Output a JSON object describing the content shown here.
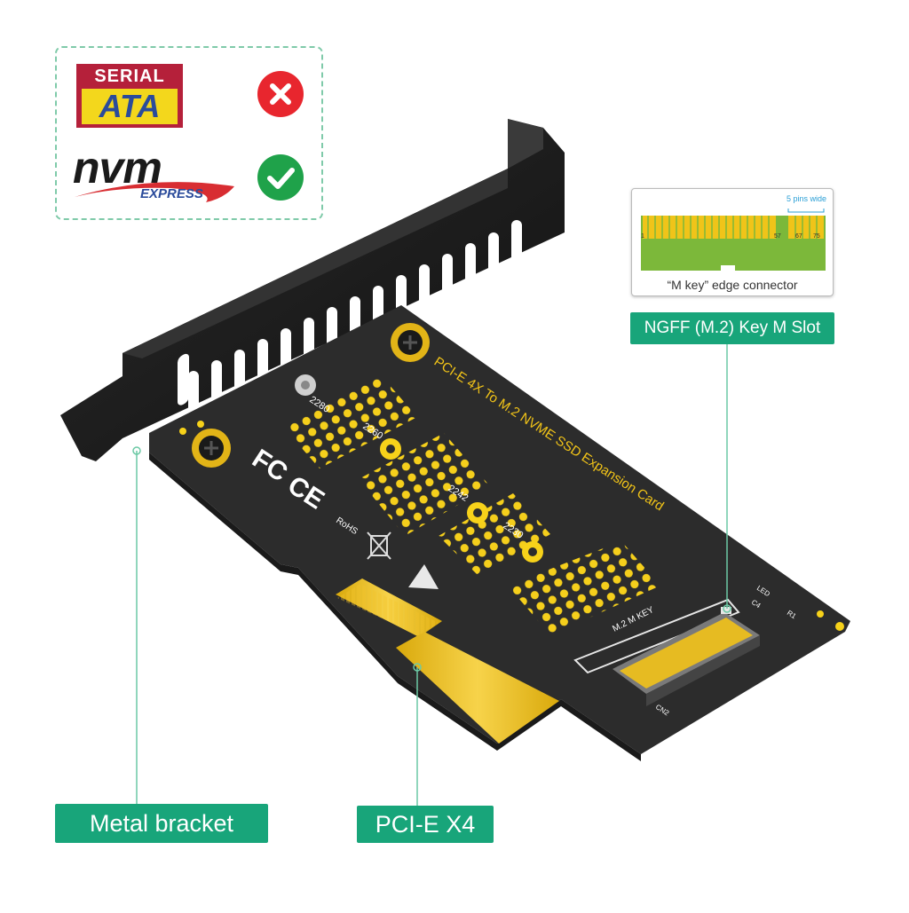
{
  "compatibility": {
    "sata_logo": {
      "line1": "SERIAL",
      "line2": "ATA"
    },
    "nvme_logo": {
      "line1": "nvm",
      "line2": "EXPRESS"
    },
    "sata_status_icon": "red-x-icon",
    "nvme_status_icon": "green-check-icon",
    "colors": {
      "reject": "#e8262e",
      "accept": "#1fa24a",
      "sata_red": "#b5203a",
      "sata_blue": "#2a4b9b",
      "nvme_red": "#d82d32"
    }
  },
  "inset": {
    "pins_note": "5 pins wide",
    "pin_labels": [
      "1",
      "57",
      "67",
      "75"
    ],
    "caption": "“M key” edge connector"
  },
  "card": {
    "title": "PCI-E 4X To M.2 NVME SSD Expansion Card",
    "sizes": [
      "2280",
      "2260",
      "2242",
      "2230"
    ],
    "cert_fc": "FC",
    "cert_ce": "CE",
    "rohs": "RoHS",
    "slot_label": "M.2 M KEY",
    "led_label": "LED",
    "c4_label": "C4",
    "r1_label": "R1",
    "cn2_label": "CN2"
  },
  "callouts": {
    "slot": "NGFF (M.2) Key M Slot",
    "bracket": "Metal bracket",
    "pcie": "PCI-E X4"
  },
  "colors": {
    "callout": "#18a57a",
    "pcb": "#2c2c2c",
    "gold": "#f2c418",
    "pad": "#f7d21a",
    "bracket": "#1b1b1b"
  }
}
